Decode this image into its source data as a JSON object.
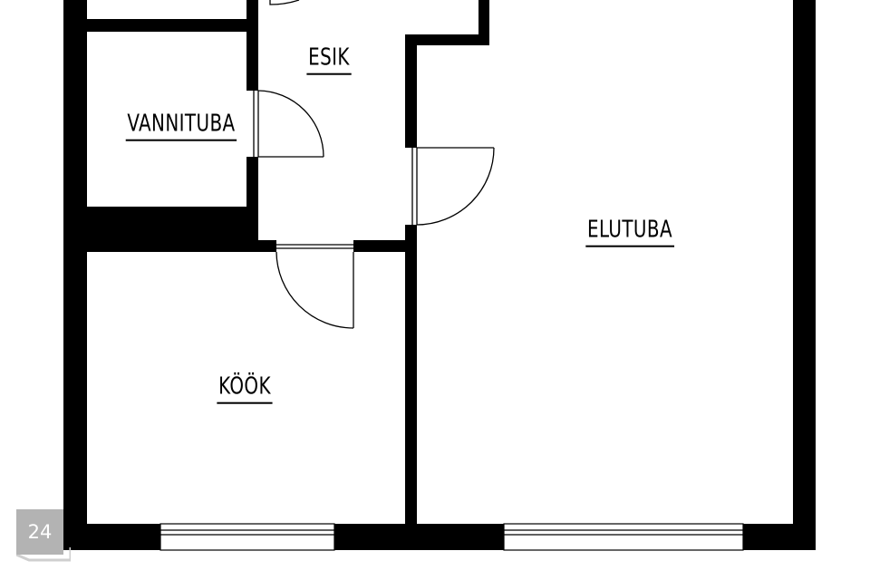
{
  "floorplan": {
    "rooms": [
      {
        "id": "esik",
        "label": "ESIK"
      },
      {
        "id": "vannituba",
        "label": "VANNITUBA"
      },
      {
        "id": "elutuba",
        "label": "ELUTUBA"
      },
      {
        "id": "kook",
        "label": "KÖÖK"
      }
    ],
    "wall_color": "#000000"
  },
  "badge": {
    "page_number": "24",
    "color": "#b3b3b3"
  }
}
